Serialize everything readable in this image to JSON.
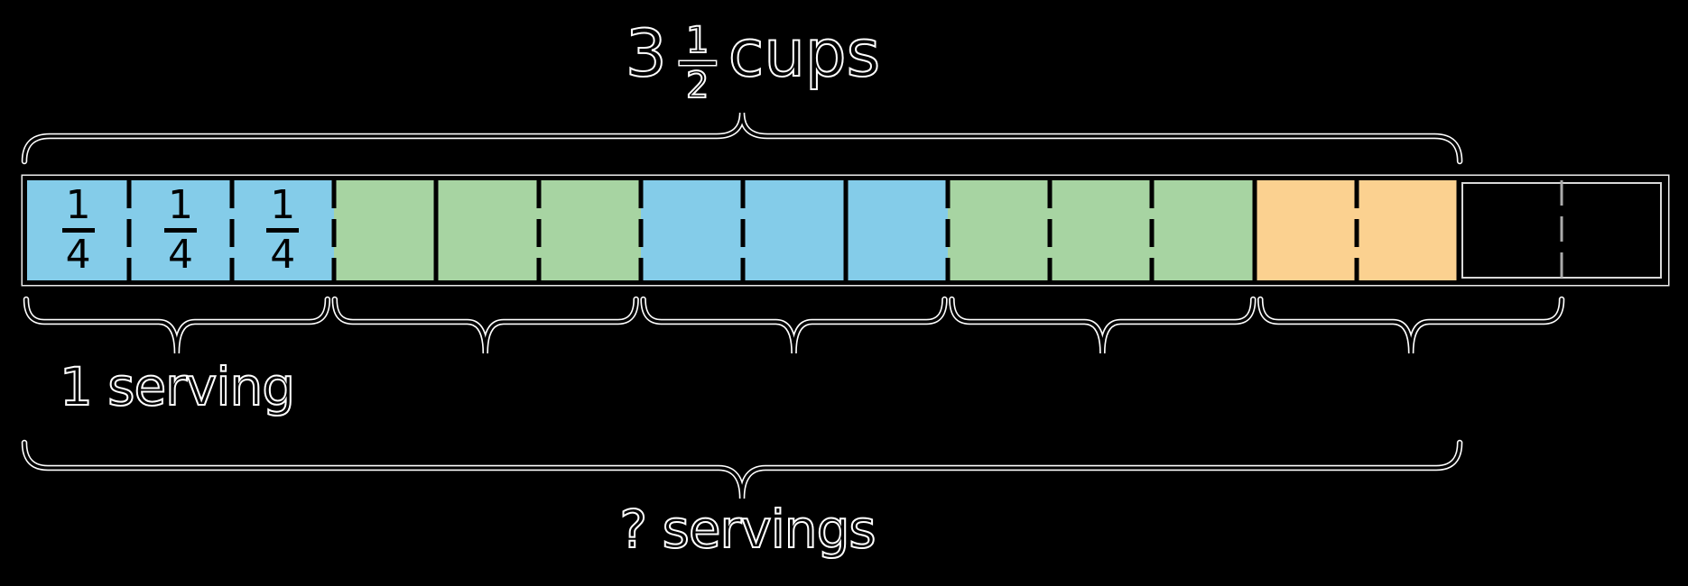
{
  "background": "#000000",
  "palette": {
    "blue": "#84CCE9",
    "green": "#A7D4A2",
    "orange": "#FBD190",
    "stroke": "#000000",
    "halo": "#FFFFFF"
  },
  "title": {
    "whole": "3",
    "numerator": "1",
    "denominator": "2",
    "unit": "cups"
  },
  "quarter_label": {
    "numerator": "1",
    "denominator": "4"
  },
  "bar": {
    "total_cells": 16,
    "filled_cells": 14,
    "cells": [
      {
        "color": "blue",
        "show_fraction": true,
        "divider_left": "none"
      },
      {
        "color": "blue",
        "show_fraction": true,
        "divider_left": "dashed"
      },
      {
        "color": "blue",
        "show_fraction": true,
        "divider_left": "dashed"
      },
      {
        "color": "green",
        "show_fraction": false,
        "divider_left": "dashed"
      },
      {
        "color": "green",
        "show_fraction": false,
        "divider_left": "solid"
      },
      {
        "color": "green",
        "show_fraction": false,
        "divider_left": "dashed"
      },
      {
        "color": "blue",
        "show_fraction": false,
        "divider_left": "dashed"
      },
      {
        "color": "blue",
        "show_fraction": false,
        "divider_left": "dashed"
      },
      {
        "color": "blue",
        "show_fraction": false,
        "divider_left": "solid"
      },
      {
        "color": "green",
        "show_fraction": false,
        "divider_left": "dashed"
      },
      {
        "color": "green",
        "show_fraction": false,
        "divider_left": "dashed"
      },
      {
        "color": "green",
        "show_fraction": false,
        "divider_left": "dashed"
      },
      {
        "color": "orange",
        "show_fraction": false,
        "divider_left": "solid"
      },
      {
        "color": "orange",
        "show_fraction": false,
        "divider_left": "dashed"
      },
      {
        "color": "none",
        "show_fraction": false,
        "divider_left": "edge"
      },
      {
        "color": "none",
        "show_fraction": false,
        "divider_left": "light-dashed"
      }
    ]
  },
  "braces": {
    "serving_groups": 5,
    "cells_per_group": 3
  },
  "labels": {
    "one_serving": "1 serving",
    "total_servings": "? servings"
  }
}
